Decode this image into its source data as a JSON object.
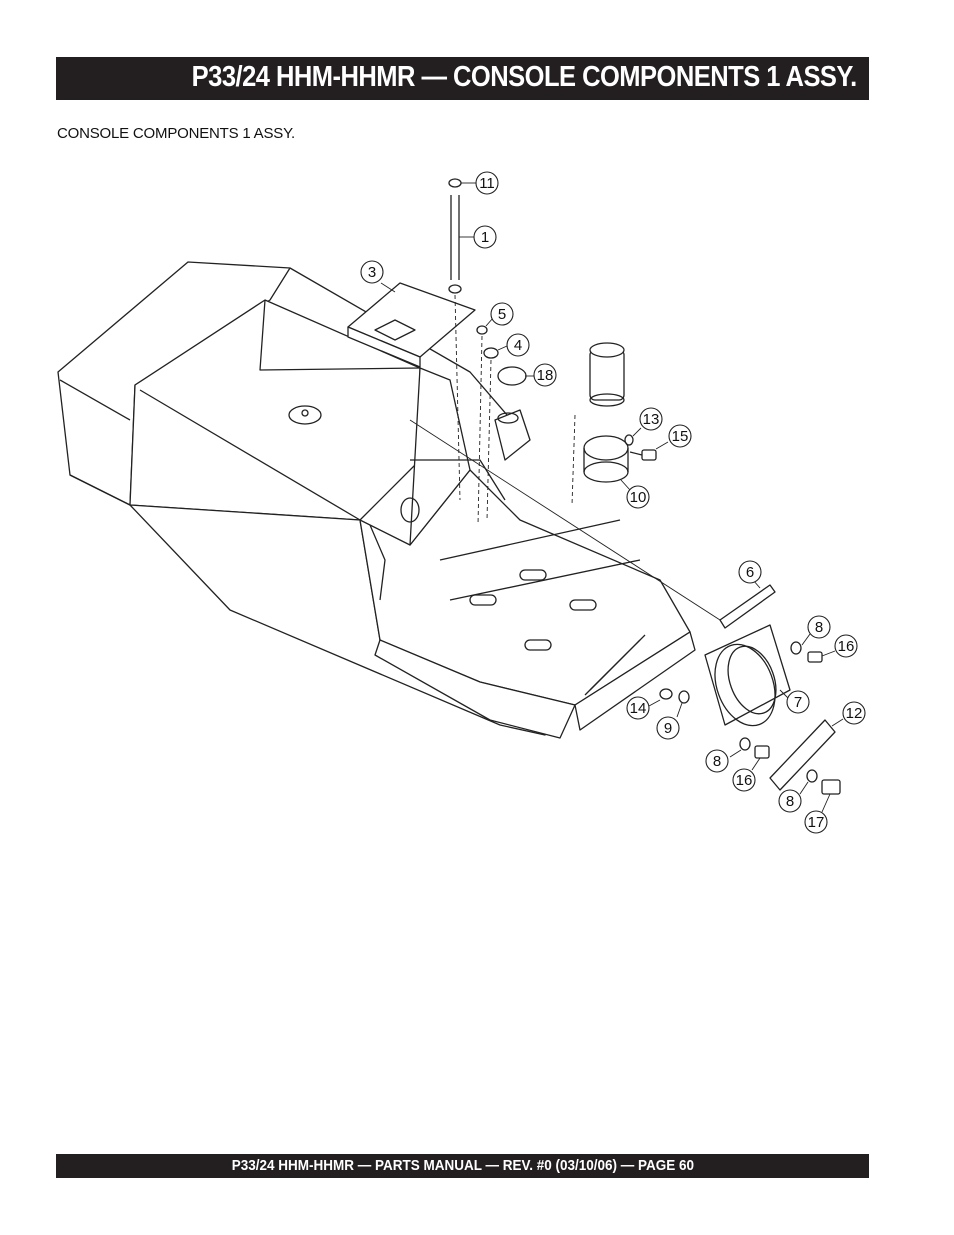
{
  "header": {
    "title": "P33/24 HHM-HHMR — CONSOLE COMPONENTS 1 ASSY."
  },
  "subtitle": "CONSOLE COMPONENTS 1 ASSY.",
  "footer": {
    "text": "P33/24 HHM-HHMR — PARTS MANUAL — REV. #0 (03/10/06) — PAGE 60"
  },
  "callouts": [
    "11",
    "1",
    "3",
    "5",
    "4",
    "18",
    "13",
    "15",
    "10",
    "6",
    "8",
    "16",
    "7",
    "12",
    "14",
    "9",
    "8",
    "16",
    "8",
    "17"
  ]
}
